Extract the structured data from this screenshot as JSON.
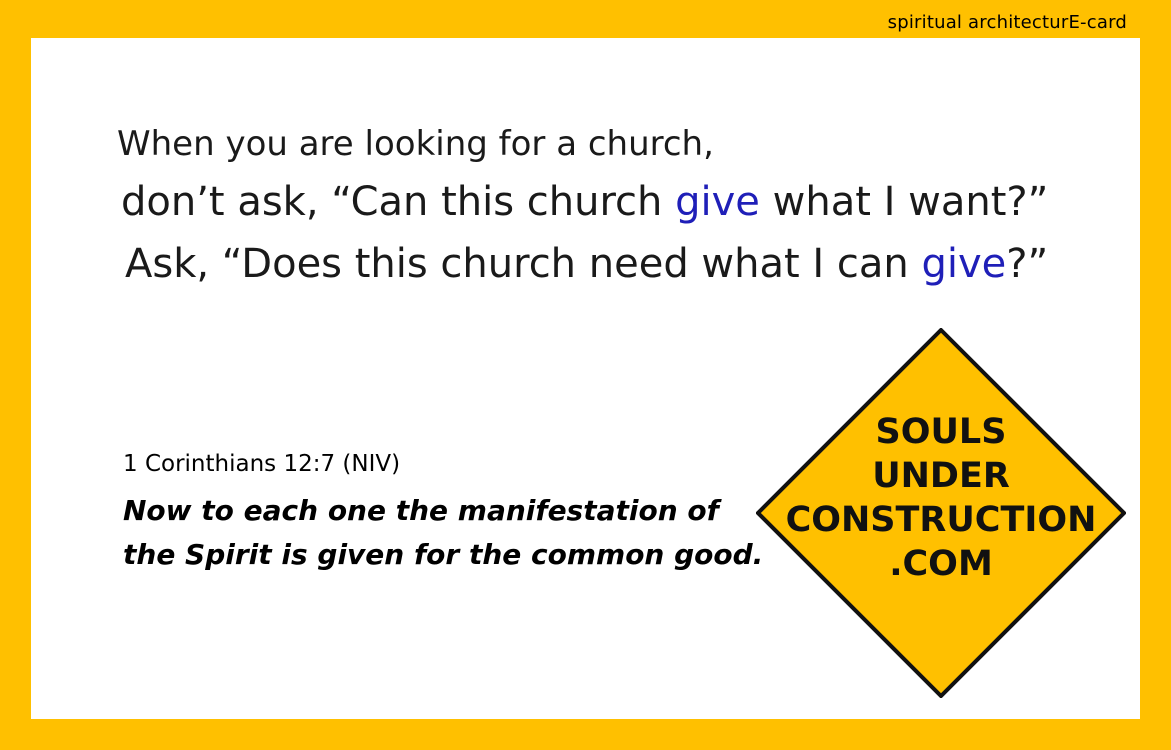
{
  "header": {
    "tag": "spiritual architecturE-card"
  },
  "quote": {
    "line1": "When you are looking for a church,",
    "line2_pre": "don’t ask, “Can this church ",
    "line2_hl": "give",
    "line2_post": " what I want?”",
    "line3_pre": "Ask, “Does this church need what I can ",
    "line3_hl": "give",
    "line3_post": "?”"
  },
  "scripture": {
    "reference": "1 Corinthians 12:7 (NIV)",
    "line1": "Now to each one the manifestation of",
    "line2": "the Spirit is given for the common good."
  },
  "sign": {
    "line1": "SOULS",
    "line2": "UNDER",
    "line3": "CONSTRUCTION",
    "line4": ".COM"
  },
  "colors": {
    "border": "#FFC000",
    "sign_fill": "#FFC000",
    "highlight": "#1F1FB8"
  }
}
